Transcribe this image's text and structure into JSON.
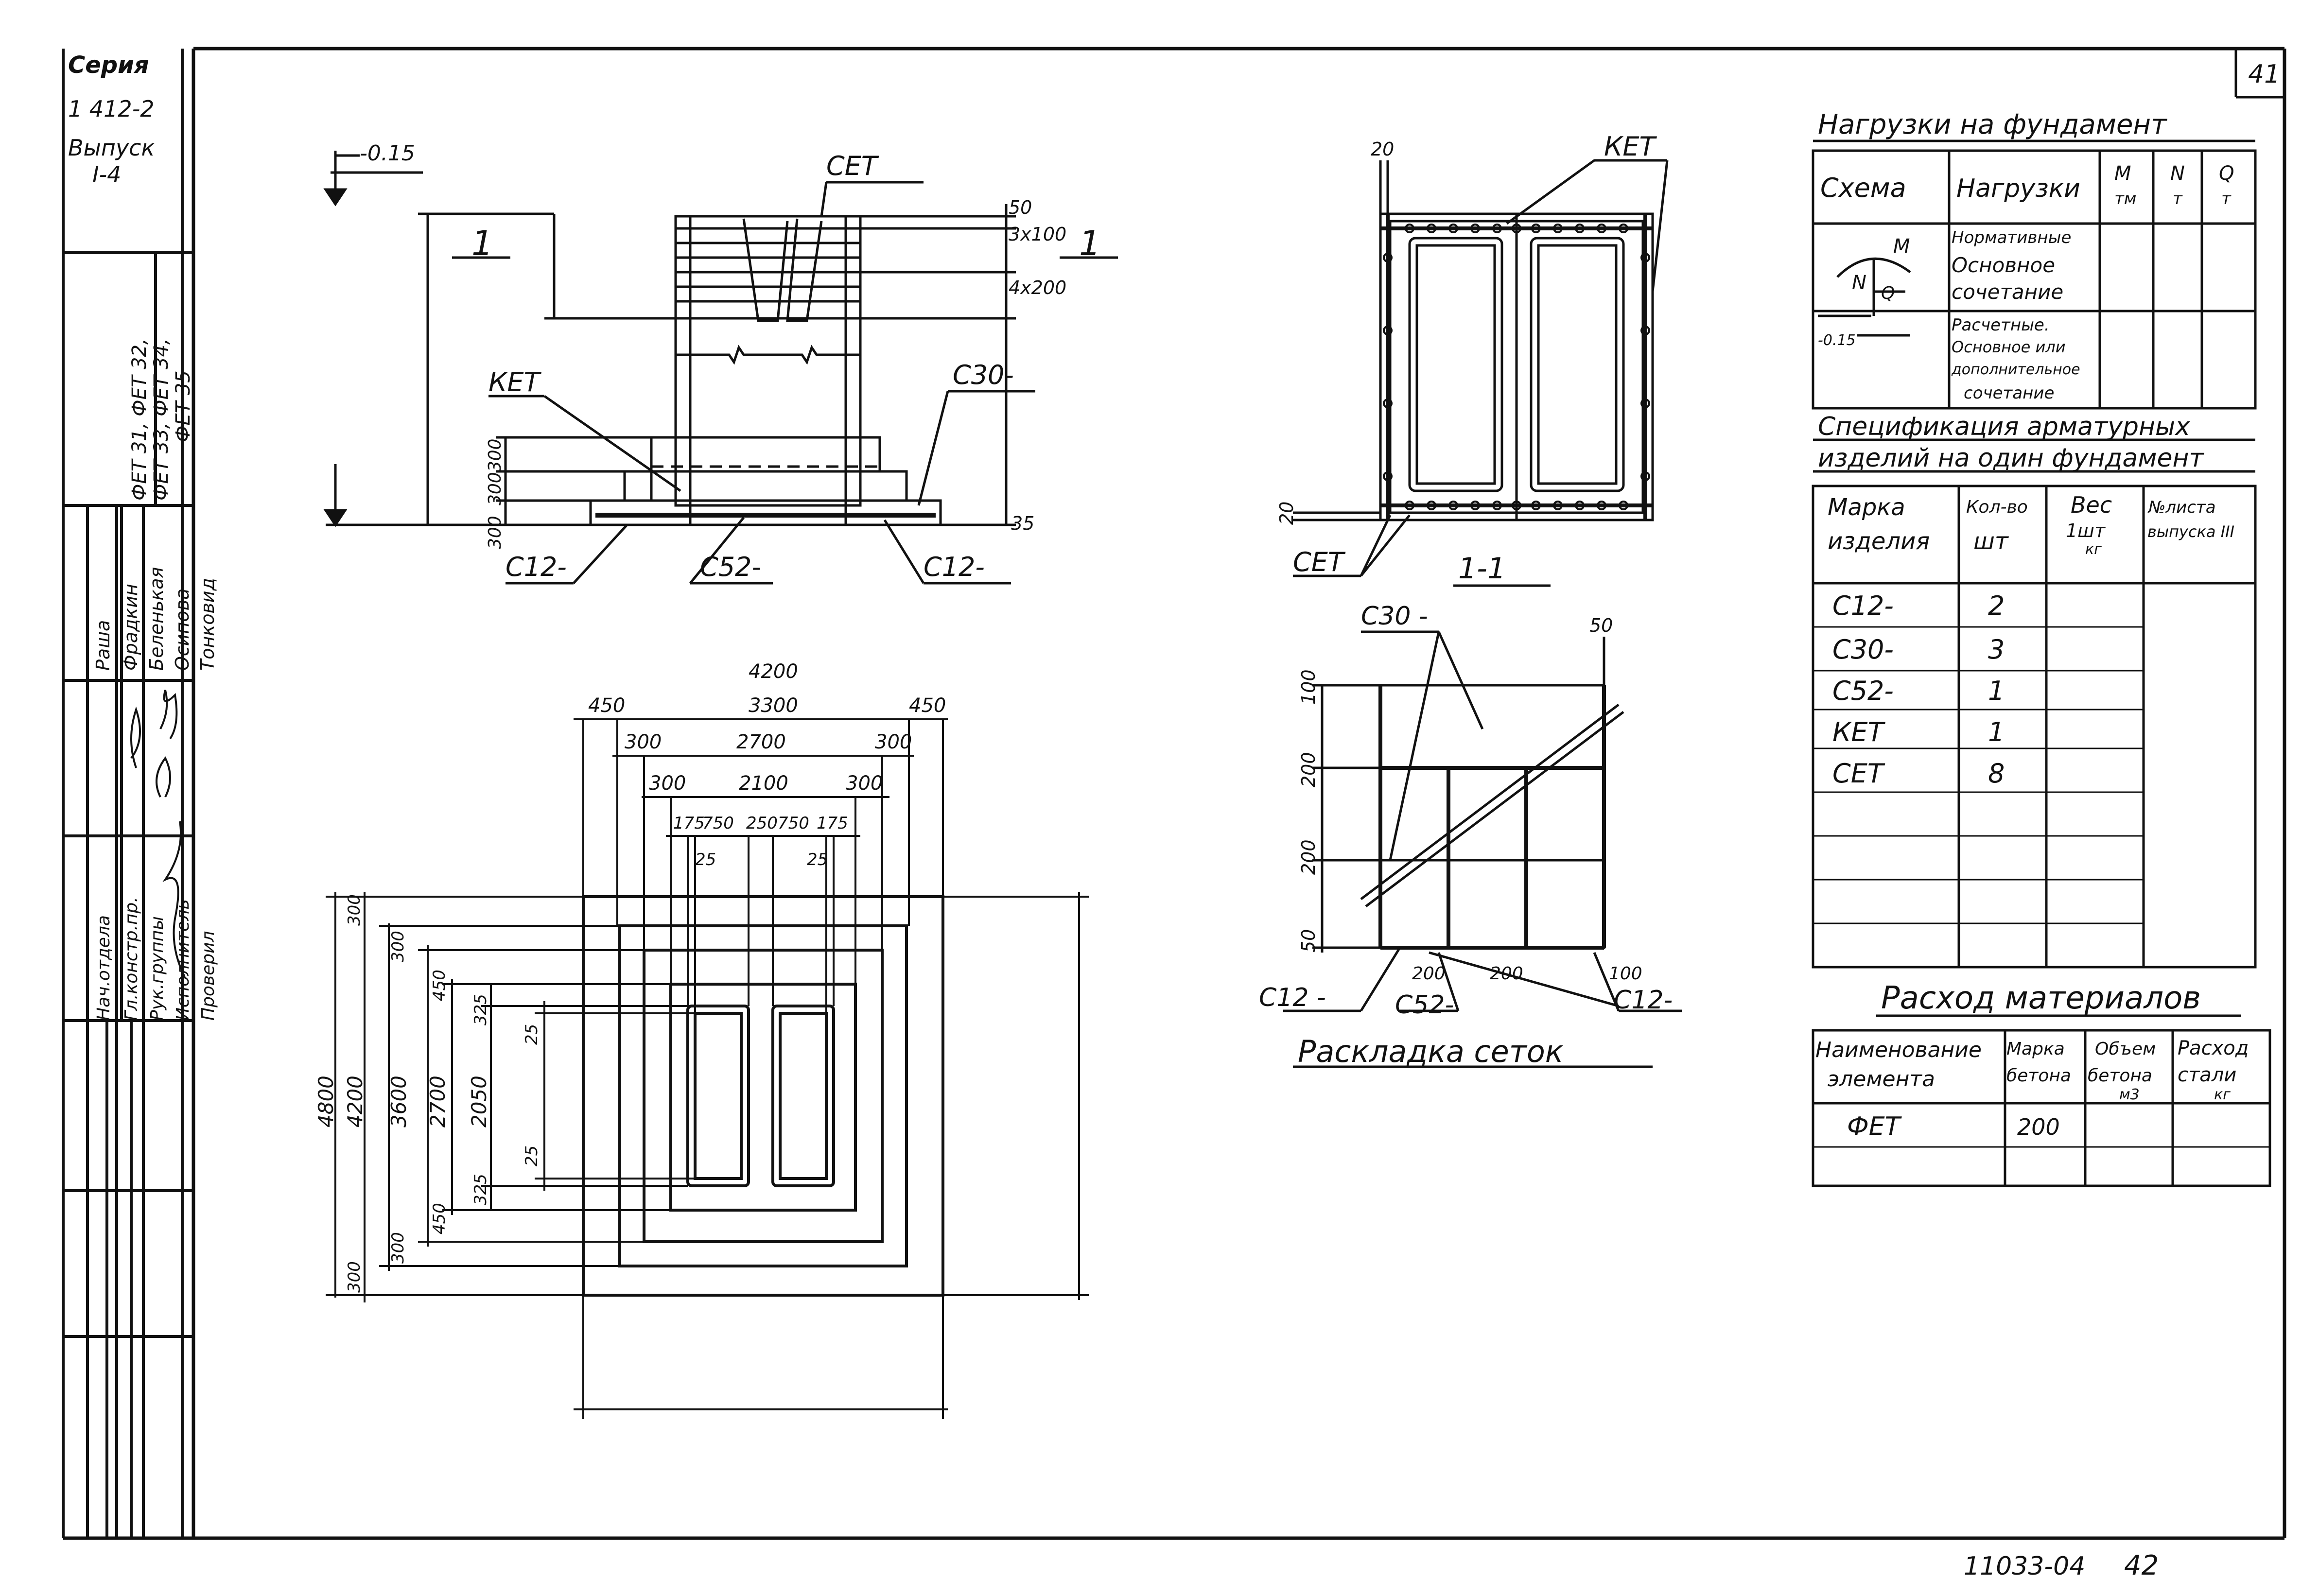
{
  "title_block": {
    "series_label": "Серия",
    "series_number": "1 412-2",
    "issue_label": "Выпуск",
    "issue_number": "I-4",
    "products": [
      "ФЕТ 31, ФЕТ 32,",
      "ФЕТ 33, ФЕТ 34,",
      "ФЕТ 35"
    ],
    "roles": [
      "Нач.отдела",
      "Гл.констр.пр.",
      "Рук.группы",
      "Исполнитель",
      "Проверил"
    ],
    "names": [
      "Раша",
      "Фрадкин",
      "Беленькая",
      "Осипова",
      "Тонковид"
    ]
  },
  "sheet_number": "41",
  "footer_code": "11033-04",
  "footer_page": "42",
  "elevation": {
    "section_marker": "1",
    "level_mark": "-0.15",
    "labels": {
      "cet": "СЕТ",
      "ket": "КЕТ",
      "c30": "С30-",
      "c12_left": "С12-",
      "c52": "С52-",
      "c12_right": "С12-"
    },
    "dims_right": [
      "50",
      "3х100",
      "4х200",
      "35"
    ],
    "dims_left": "300300",
    "dims_left2": "300"
  },
  "column_view": {
    "dims": [
      "20",
      "20"
    ],
    "labels": {
      "ket": "КЕТ",
      "cet": "СЕТ"
    },
    "section_title": "1-1"
  },
  "mesh_layout": {
    "title": "Раскладка сеток",
    "labels": {
      "c30": "С30 -",
      "c12_left": "С12 -",
      "c52": "С52-",
      "c12_right": "С12-"
    },
    "dims_left": [
      "100",
      "200",
      "200",
      "50"
    ],
    "dims_bottom": [
      "200",
      "200",
      "100"
    ],
    "dim_top_right": "50"
  },
  "plan": {
    "dims_top": [
      "4200",
      "450",
      "3300",
      "450",
      "300",
      "2700",
      "300",
      "300",
      "2100",
      "300",
      "175",
      "750",
      "250",
      "750",
      "175",
      "25",
      "25"
    ],
    "dims_left": [
      "4800",
      "4200",
      "3600",
      "2700",
      "2050",
      "300",
      "300",
      "450",
      "325",
      "25",
      "25",
      "325",
      "450",
      "300",
      "300"
    ]
  },
  "loads_table": {
    "title": "Нагрузки на фундамент",
    "headers": [
      "Схема",
      "Нагрузки",
      "M",
      "тм",
      "N",
      "т",
      "Q",
      "т"
    ],
    "rows": [
      [
        "Нормативные",
        "Основное",
        "сочетание"
      ],
      [
        "Расчетные.",
        "Основное или",
        "дополнительное",
        "сочетание"
      ]
    ],
    "schema_labels": {
      "m": "M",
      "n": "N",
      "q": "Q",
      "level": "-0.15"
    }
  },
  "spec_table": {
    "title_line1": "Спецификация арматурных",
    "title_line2": "изделий на один фундамент",
    "headers": {
      "mark": [
        "Марка",
        "изделия"
      ],
      "count": [
        "Кол-во",
        "шт"
      ],
      "weight": [
        "Вес",
        "1шт",
        "кг"
      ],
      "sheet": [
        "№листа",
        "выпуска III"
      ]
    },
    "rows": [
      {
        "mark": "С12-",
        "count": "2"
      },
      {
        "mark": "С30-",
        "count": "3"
      },
      {
        "mark": "С52-",
        "count": "1"
      },
      {
        "mark": "КЕТ",
        "count": "1"
      },
      {
        "mark": "СЕТ",
        "count": "8"
      }
    ]
  },
  "materials_table": {
    "title": "Расход материалов",
    "headers": {
      "name": [
        "Наименование",
        "элемента"
      ],
      "grade": [
        "Марка",
        "бетона"
      ],
      "volume": [
        "Объем",
        "бетона",
        "м3"
      ],
      "steel": [
        "Расход",
        "стали",
        "кг"
      ]
    },
    "rows": [
      {
        "name": "ФЕТ",
        "grade": "200"
      }
    ]
  }
}
